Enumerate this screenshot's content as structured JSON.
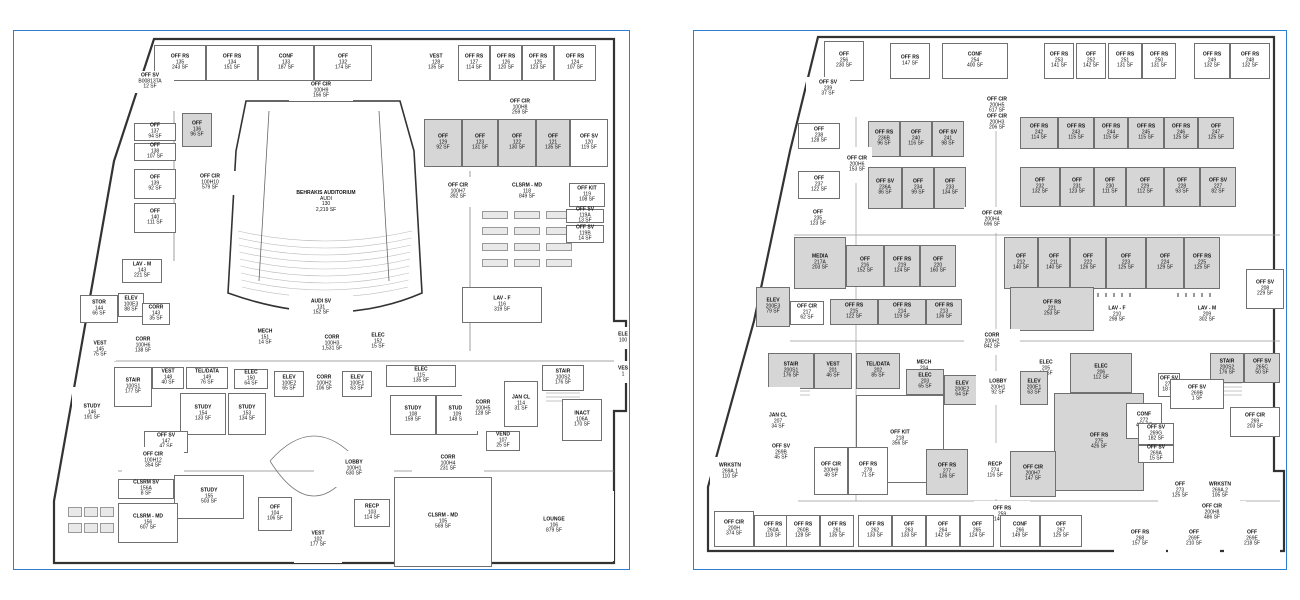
{
  "left_plan": {
    "rooms": [
      {
        "name": "OFF RS",
        "num": "135",
        "area": "243 SF"
      },
      {
        "name": "OFF RS",
        "num": "134",
        "area": "151 SF"
      },
      {
        "name": "CONF",
        "num": "133",
        "area": "187 SF"
      },
      {
        "name": "OFF",
        "num": "132",
        "area": "174 SF"
      },
      {
        "name": "VEST",
        "num": "128",
        "area": "135 SF"
      },
      {
        "name": "OFF RS",
        "num": "127",
        "area": "114 SF"
      },
      {
        "name": "OFF RS",
        "num": "126",
        "area": "120 SF"
      },
      {
        "name": "OFF RS",
        "num": "125",
        "area": "123 SF"
      },
      {
        "name": "OFF RS",
        "num": "124",
        "area": "107 SF"
      },
      {
        "name": "OFF SV",
        "num": "B00813TA",
        "area": "12 SF"
      },
      {
        "name": "OFF CIR",
        "num": "100H9",
        "area": "156 SF"
      },
      {
        "name": "OFF CIR",
        "num": "100H8",
        "area": "259 SF"
      },
      {
        "name": "OFF",
        "num": "137",
        "area": "94 SF"
      },
      {
        "name": "OFF",
        "num": "136",
        "area": "96 SF"
      },
      {
        "name": "OFF",
        "num": "138",
        "area": "107 SF"
      },
      {
        "name": "OFF",
        "num": "139",
        "area": "92 SF"
      },
      {
        "name": "OFF",
        "num": "140",
        "area": "111 SF"
      },
      {
        "name": "OFF CIR",
        "num": "100H10",
        "area": "579 SF"
      },
      {
        "name": "OFF",
        "num": "129",
        "area": "92 SF"
      },
      {
        "name": "OFF",
        "num": "123",
        "area": "131 SF"
      },
      {
        "name": "OFF",
        "num": "122",
        "area": "130 SF"
      },
      {
        "name": "OFF",
        "num": "121",
        "area": "135 SF"
      },
      {
        "name": "OFF SV",
        "num": "120",
        "area": "119 SF"
      },
      {
        "name": "OFF CIR",
        "num": "100H7",
        "area": "392 SF"
      },
      {
        "name": "CLSRM - MD",
        "num": "118",
        "area": "849 SF"
      },
      {
        "name": "OFF KIT",
        "num": "119",
        "area": "108 SF"
      },
      {
        "name": "OFF SV",
        "num": "119A",
        "area": "13 SF"
      },
      {
        "name": "OFF SV",
        "num": "119B",
        "area": "14 SF"
      },
      {
        "name": "LAV - M",
        "num": "143",
        "area": "221 SF"
      },
      {
        "name": "ELEV",
        "num": "100E3",
        "area": "88 SF"
      },
      {
        "name": "CORR",
        "num": "143",
        "area": "35 SF"
      },
      {
        "name": "STOR",
        "num": "144",
        "area": "66 SF"
      },
      {
        "name": "LAV - F",
        "num": "116",
        "area": "319 SF"
      },
      {
        "name": "AUDI SV",
        "num": "131",
        "area": "152 SF"
      },
      {
        "name": "CORR",
        "num": "100H6",
        "area": "138 SF"
      },
      {
        "name": "VEST",
        "num": "145",
        "area": "75 SF"
      },
      {
        "name": "MECH",
        "num": "151",
        "area": "14 SF"
      },
      {
        "name": "CORR",
        "num": "100H3",
        "area": "1,531 SF"
      },
      {
        "name": "ELEC",
        "num": "152",
        "area": "15 SF"
      },
      {
        "name": "STAIR",
        "num": "100S1",
        "area": "177 SF"
      },
      {
        "name": "VEST",
        "num": "148",
        "area": "40 SF"
      },
      {
        "name": "TEL/DATA",
        "num": "149",
        "area": "76 SF"
      },
      {
        "name": "ELEC",
        "num": "150",
        "area": "64 SF"
      },
      {
        "name": "ELEV",
        "num": "100E2",
        "area": "65 SF"
      },
      {
        "name": "CORR",
        "num": "100H2",
        "area": "106 SF"
      },
      {
        "name": "ELEV",
        "num": "100E1",
        "area": "63 SF"
      },
      {
        "name": "ELEC",
        "num": "115",
        "area": "135 SF"
      },
      {
        "name": "STAIR",
        "num": "100S2",
        "area": "176 SF"
      },
      {
        "name": "STUDY",
        "num": "146",
        "area": "191 SF"
      },
      {
        "name": "STUDY",
        "num": "154",
        "area": "133 SF"
      },
      {
        "name": "STUDY",
        "num": "153",
        "area": "134 SF"
      },
      {
        "name": "STUDY",
        "num": "108",
        "area": "159 SF"
      },
      {
        "name": "STUDY",
        "num": "109",
        "area": "148 SF"
      },
      {
        "name": "CORR",
        "num": "100H5",
        "area": "128 SF"
      },
      {
        "name": "JAN CL",
        "num": "114",
        "area": "31 SF"
      },
      {
        "name": "INACT",
        "num": "106A",
        "area": "170 SF"
      },
      {
        "name": "OFF SV",
        "num": "147",
        "area": "47 SF"
      },
      {
        "name": "VEND",
        "num": "107",
        "area": "25 SF"
      },
      {
        "name": "OFF CIR",
        "num": "100H12",
        "area": "354 SF"
      },
      {
        "name": "LOBBY",
        "num": "100H1",
        "area": "630 SF"
      },
      {
        "name": "CORR",
        "num": "100H4",
        "area": "231 SF"
      },
      {
        "name": "CLSRM SV",
        "num": "156A",
        "area": "8 SF"
      },
      {
        "name": "STUDY",
        "num": "155",
        "area": "503 SF"
      },
      {
        "name": "CLSRM - MD",
        "num": "156",
        "area": "607 SF"
      },
      {
        "name": "OFF",
        "num": "104",
        "area": "106 SF"
      },
      {
        "name": "CLSRM - MD",
        "num": "105",
        "area": "569 SF"
      },
      {
        "name": "RECP",
        "num": "103",
        "area": "114 SF"
      },
      {
        "name": "LOUNGE",
        "num": "106",
        "area": "879 SF"
      },
      {
        "name": "VEST",
        "num": "102",
        "area": "177 SF"
      },
      {
        "name": "ELE",
        "num": "100",
        "area": ""
      },
      {
        "name": "VES",
        "num": "1",
        "area": ""
      }
    ],
    "auditorium": {
      "name": "BEHRAKIS AUDITORIUM",
      "type": "AUDI",
      "num": "130",
      "area": "2,219 SF"
    }
  },
  "right_plan": {
    "rooms": [
      {
        "name": "OFF",
        "num": "256",
        "area": "230 SF"
      },
      {
        "name": "OFF RS",
        "num": "",
        "area": "147 SF"
      },
      {
        "name": "CONF",
        "num": "254",
        "area": "400 SF"
      },
      {
        "name": "OFF RS",
        "num": "253",
        "area": "141 SF"
      },
      {
        "name": "OFF",
        "num": "252",
        "area": "142 SF"
      },
      {
        "name": "OFF RS",
        "num": "251",
        "area": "131 SF"
      },
      {
        "name": "OFF RS",
        "num": "250",
        "area": "131 SF"
      },
      {
        "name": "OFF RS",
        "num": "249",
        "area": "132 SF"
      },
      {
        "name": "OFF RS",
        "num": "248",
        "area": "132 SF"
      },
      {
        "name": "OFF SV",
        "num": "239",
        "area": "37 SF"
      },
      {
        "name": "OFF CIR",
        "num": "200H5",
        "area": "617 SF"
      },
      {
        "name": "OFF CIR",
        "num": "200H3",
        "area": "206 SF"
      },
      {
        "name": "OFF",
        "num": "238",
        "area": "128 SF"
      },
      {
        "name": "OFF RS",
        "num": "236B",
        "area": "96 SF"
      },
      {
        "name": "OFF",
        "num": "240",
        "area": "116 SF"
      },
      {
        "name": "OFF SV",
        "num": "241",
        "area": "98 SF"
      },
      {
        "name": "OFF RS",
        "num": "242",
        "area": "114 SF"
      },
      {
        "name": "OFF RS",
        "num": "243",
        "area": "115 SF"
      },
      {
        "name": "OFF RS",
        "num": "244",
        "area": "115 SF"
      },
      {
        "name": "OFF RS",
        "num": "245",
        "area": "115 SF"
      },
      {
        "name": "OFF RS",
        "num": "246",
        "area": "125 SF"
      },
      {
        "name": "OFF",
        "num": "247",
        "area": "125 SF"
      },
      {
        "name": "OFF CIR",
        "num": "200H6",
        "area": "153 SF"
      },
      {
        "name": "OFF",
        "num": "237",
        "area": "122 SF"
      },
      {
        "name": "OFF SV",
        "num": "236A",
        "area": "86 SF"
      },
      {
        "name": "OFF",
        "num": "234",
        "area": "99 SF"
      },
      {
        "name": "OFF",
        "num": "233",
        "area": "134 SF"
      },
      {
        "name": "OFF",
        "num": "232",
        "area": "132 SF"
      },
      {
        "name": "OFF",
        "num": "231",
        "area": "123 SF"
      },
      {
        "name": "OFF",
        "num": "230",
        "area": "111 SF"
      },
      {
        "name": "OFF",
        "num": "229",
        "area": "112 SF"
      },
      {
        "name": "OFF",
        "num": "228",
        "area": "93 SF"
      },
      {
        "name": "OFF SV",
        "num": "227",
        "area": "82 SF"
      },
      {
        "name": "OFF",
        "num": "235",
        "area": "123 SF"
      },
      {
        "name": "OFF CIR",
        "num": "200H4",
        "area": "696 SF"
      },
      {
        "name": "MEDIA",
        "num": "217A",
        "area": "203 SF"
      },
      {
        "name": "OFF",
        "num": "216",
        "area": "152 SF"
      },
      {
        "name": "OFF RS",
        "num": "219",
        "area": "124 SF"
      },
      {
        "name": "OFF",
        "num": "220",
        "area": "160 SF"
      },
      {
        "name": "OFF",
        "num": "212",
        "area": "140 SF"
      },
      {
        "name": "OFF",
        "num": "211",
        "area": "140 SF"
      },
      {
        "name": "OFF",
        "num": "222",
        "area": "126 SF"
      },
      {
        "name": "OFF",
        "num": "223",
        "area": "125 SF"
      },
      {
        "name": "OFF",
        "num": "224",
        "area": "129 SF"
      },
      {
        "name": "OFF RS",
        "num": "225",
        "area": "125 SF"
      },
      {
        "name": "OFF SV",
        "num": "208",
        "area": "229 SF"
      },
      {
        "name": "ELEV",
        "num": "200E3",
        "area": "79 SF"
      },
      {
        "name": "OFF CIR",
        "num": "217",
        "area": "62 SF"
      },
      {
        "name": "OFF RS",
        "num": "215",
        "area": "122 SF"
      },
      {
        "name": "OFF RS",
        "num": "214",
        "area": "119 SF"
      },
      {
        "name": "OFF RS",
        "num": "213",
        "area": "136 SF"
      },
      {
        "name": "OFF RS",
        "num": "221",
        "area": "253 SF"
      },
      {
        "name": "LAV - F",
        "num": "210",
        "area": "298 SF"
      },
      {
        "name": "LAV - M",
        "num": "209",
        "area": "302 SF"
      },
      {
        "name": "CORR",
        "num": "200H2",
        "area": "842 SF"
      },
      {
        "name": "MECH",
        "num": "204",
        "area": "10 SF"
      },
      {
        "name": "ELEC",
        "num": "205",
        "area": "16 SF"
      },
      {
        "name": "STAIR",
        "num": "200S1",
        "area": "176 SF"
      },
      {
        "name": "VEST",
        "num": "201",
        "area": "46 SF"
      },
      {
        "name": "TEL/DATA",
        "num": "202",
        "area": "85 SF"
      },
      {
        "name": "ELEC",
        "num": "203",
        "area": "65 SF"
      },
      {
        "name": "ELEV",
        "num": "200E2",
        "area": "64 SF"
      },
      {
        "name": "LOBBY",
        "num": "200H1",
        "area": "92 SF"
      },
      {
        "name": "ELEV",
        "num": "200E1",
        "area": "63 SF"
      },
      {
        "name": "ELEC",
        "num": "206",
        "area": "112 SF"
      },
      {
        "name": "STAIR",
        "num": "200S2",
        "area": "176 SF"
      },
      {
        "name": "OFF SV",
        "num": "265C",
        "area": "50 SF"
      },
      {
        "name": "OFF SV",
        "num": "276",
        "area": "18 SF"
      },
      {
        "name": "OFF SV",
        "num": "269B",
        "area": "1 SF"
      },
      {
        "name": "JAN CL",
        "num": "207",
        "area": "34 SF"
      },
      {
        "name": "OFF KIT",
        "num": "218",
        "area": "356 SF"
      },
      {
        "name": "OFF RS",
        "num": "275",
        "area": "426 SF"
      },
      {
        "name": "CONF",
        "num": "272",
        "area": "432 SF"
      },
      {
        "name": "OFF CIR",
        "num": "269",
        "area": "203 SF"
      },
      {
        "name": "OFF SV",
        "num": "269G",
        "area": "182 SF"
      },
      {
        "name": "OFF SV",
        "num": "269A",
        "area": "15 SF"
      },
      {
        "name": "OFF SV",
        "num": "269B",
        "area": "45 SF"
      },
      {
        "name": "OFF CIR",
        "num": "200H9",
        "area": "49 SF"
      },
      {
        "name": "OFF RS",
        "num": "278",
        "area": "71 SF"
      },
      {
        "name": "OFF RS",
        "num": "277",
        "area": "136 SF"
      },
      {
        "name": "RECP",
        "num": "274",
        "area": "116 SF"
      },
      {
        "name": "OFF CIR",
        "num": "200H7",
        "area": "147 SF"
      },
      {
        "name": "OFF",
        "num": "273",
        "area": "125 SF"
      },
      {
        "name": "WRKSTN",
        "num": "269A.2",
        "area": "105 SF"
      },
      {
        "name": "WRKSTN",
        "num": "269A.1",
        "area": "110 SF"
      },
      {
        "name": "OFF RS",
        "num": "259",
        "area": "146 SF"
      },
      {
        "name": "OFF CIR",
        "num": "200H8",
        "area": "486 SF"
      },
      {
        "name": "OFF CIR",
        "num": "200H",
        "area": "374 SF"
      },
      {
        "name": "OFF RS",
        "num": "260A",
        "area": "118 SF"
      },
      {
        "name": "OFF RS",
        "num": "260B",
        "area": "128 SF"
      },
      {
        "name": "OFF RS",
        "num": "261",
        "area": "135 SF"
      },
      {
        "name": "OFF RS",
        "num": "262",
        "area": "133 SF"
      },
      {
        "name": "OFF",
        "num": "263",
        "area": "133 SF"
      },
      {
        "name": "OFF",
        "num": "264",
        "area": "142 SF"
      },
      {
        "name": "OFF",
        "num": "265",
        "area": "124 SF"
      },
      {
        "name": "CONF",
        "num": "266",
        "area": "149 SF"
      },
      {
        "name": "OFF",
        "num": "267",
        "area": "125 SF"
      },
      {
        "name": "OFF RS",
        "num": "268",
        "area": "157 SF"
      },
      {
        "name": "OFF",
        "num": "269F",
        "area": "210 SF"
      },
      {
        "name": "OFF",
        "num": "269E",
        "area": "218 SF"
      },
      {
        "name": "OFF",
        "num": "269D",
        "area": "273 SF"
      }
    ]
  }
}
